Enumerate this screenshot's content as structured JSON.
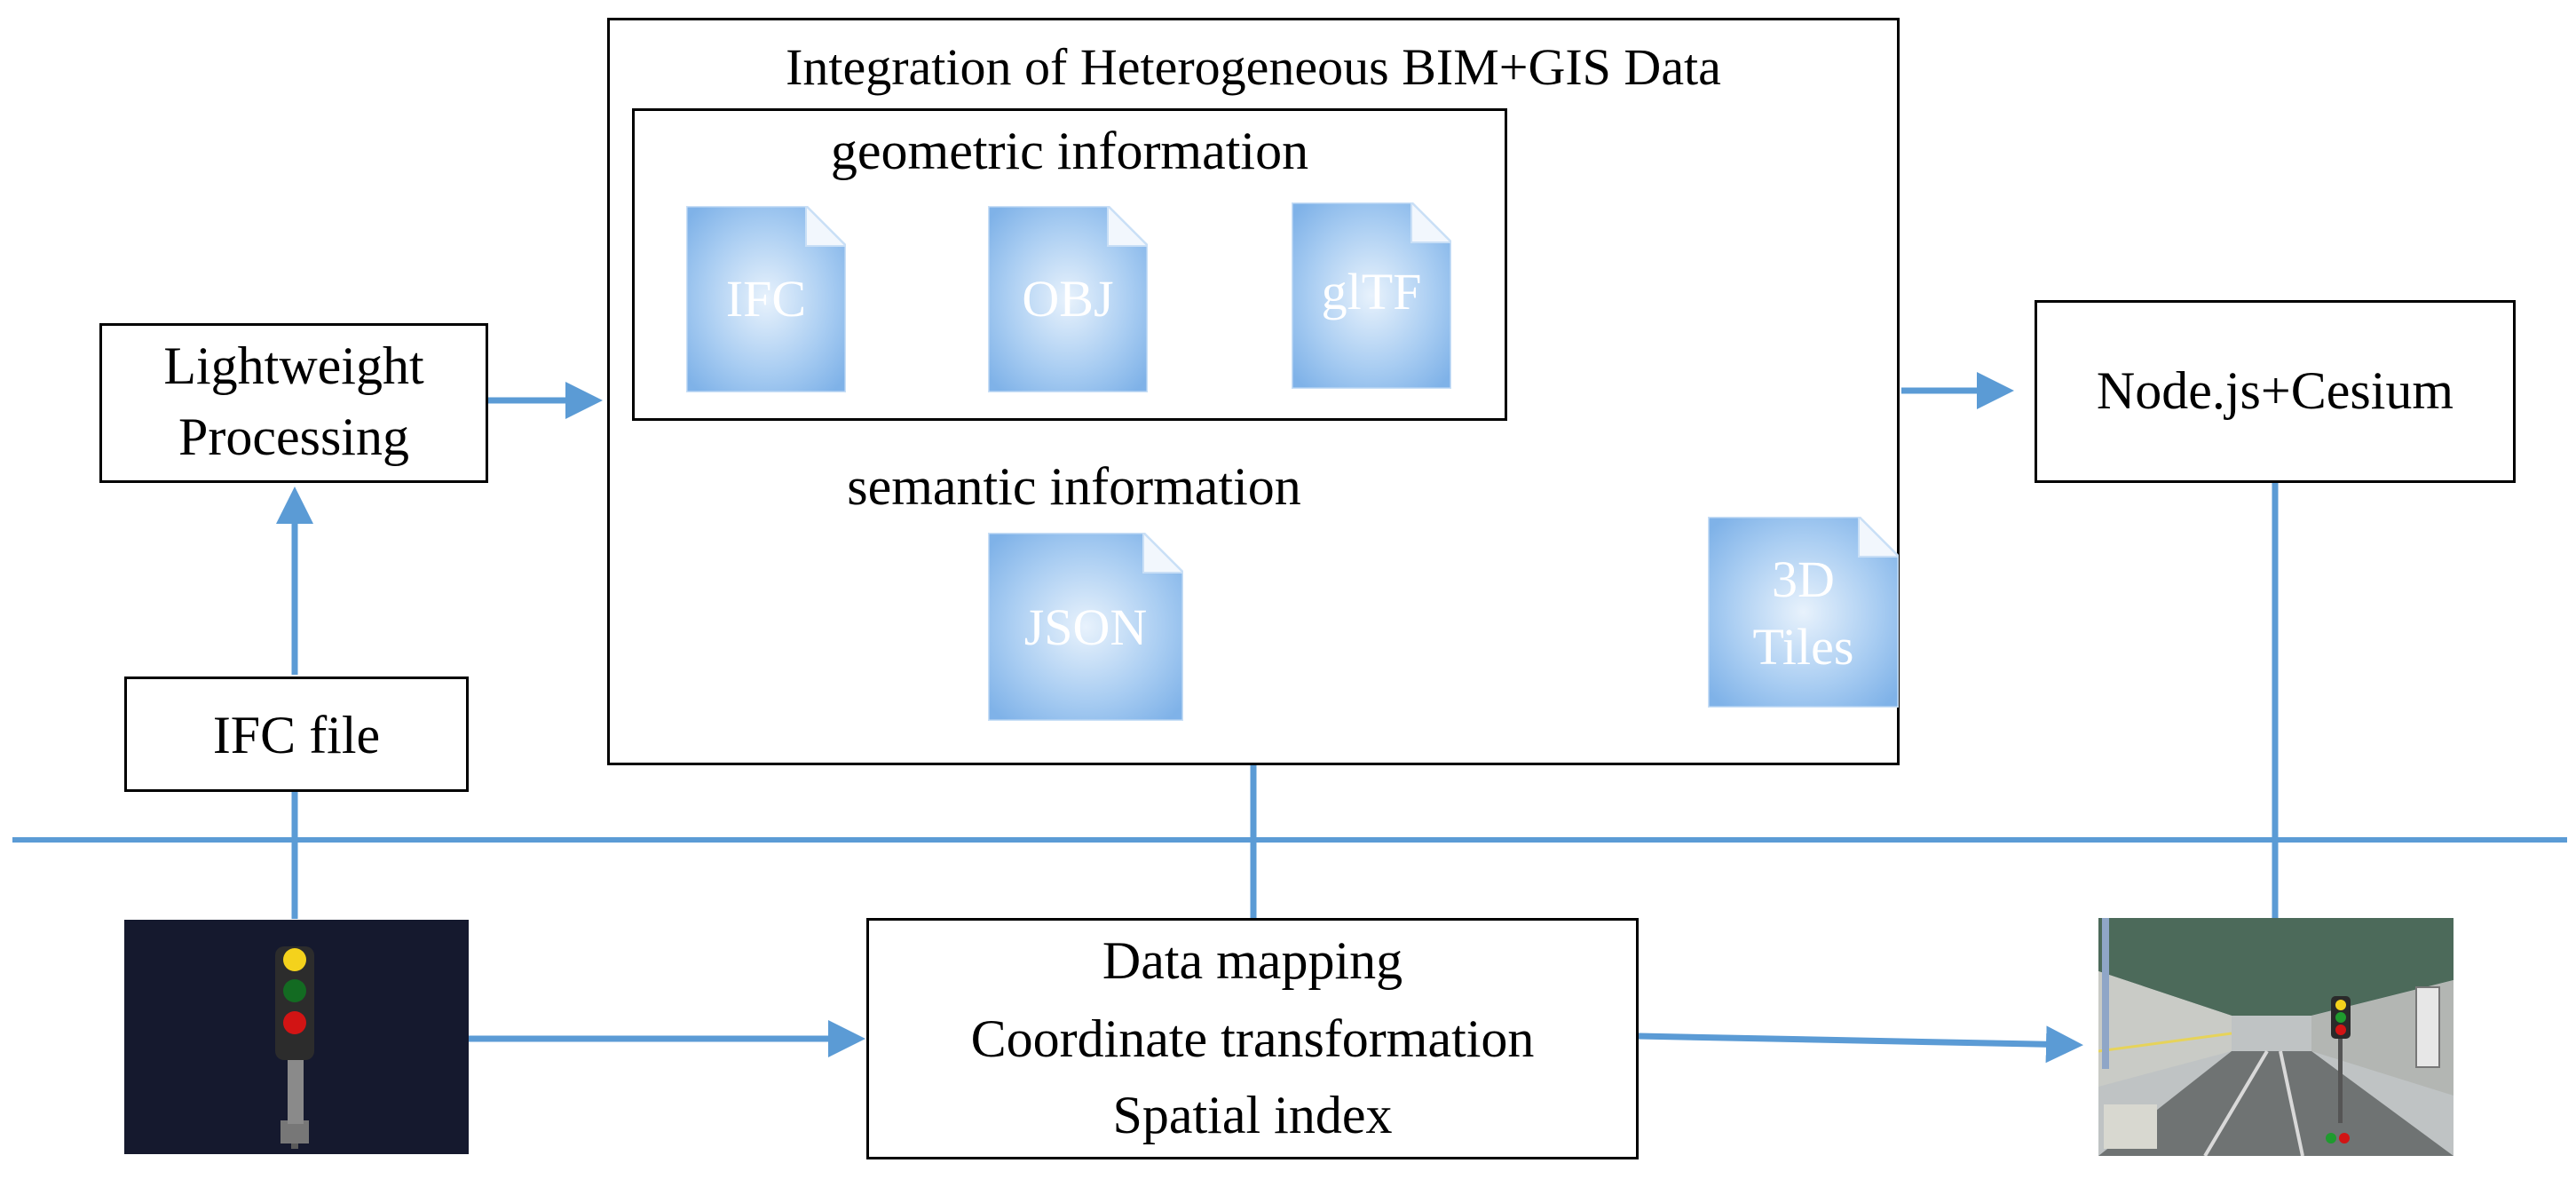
{
  "integration": {
    "title": "Integration of Heterogeneous BIM+GIS Data"
  },
  "geometric": {
    "title": "geometric information",
    "files": [
      "IFC",
      "OBJ",
      "glTF"
    ]
  },
  "semantic": {
    "title": "semantic information",
    "file": "JSON"
  },
  "tiles": {
    "line1": "3D",
    "line2": "Tiles"
  },
  "lightweight": {
    "line1": "Lightweight",
    "line2": "Processing"
  },
  "ifc_file": {
    "label": "IFC file"
  },
  "node": {
    "label": "Node.js+Cesium"
  },
  "mapping": {
    "line1": "Data mapping",
    "line2": "Coordinate transformation",
    "line3": "Spatial index"
  },
  "colors": {
    "arrow": "#5b9bd5",
    "doc_fill": "#9cc4ef",
    "doc_edge": "#d7e7f8",
    "thumb_bg": "#15192e"
  }
}
